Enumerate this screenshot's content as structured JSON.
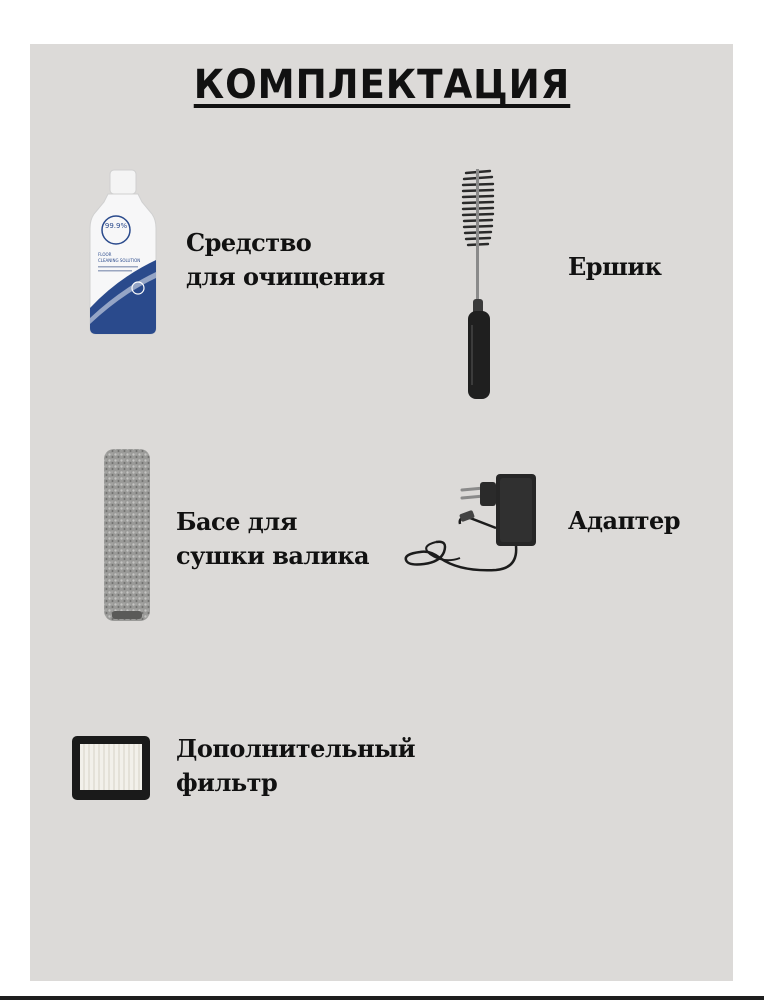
{
  "title": "КОМПЛЕКТАЦИЯ",
  "items": [
    {
      "icon": "cleaning-solution-bottle-icon",
      "lines": [
        "Средство",
        "для очищения"
      ],
      "bottle_text": [
        "99.9%",
        "FLOOR",
        "CLEANING SOLUTION"
      ]
    },
    {
      "icon": "cleaning-brush-icon",
      "lines": [
        "Ершик"
      ]
    },
    {
      "icon": "roller-icon",
      "lines": [
        "Басе для",
        "сушки валика"
      ]
    },
    {
      "icon": "power-adapter-icon",
      "lines": [
        "Адаптер"
      ]
    },
    {
      "icon": "filter-icon",
      "lines": [
        "Дополнительный",
        "фильтр"
      ]
    }
  ],
  "colors": {
    "panel": "#dcdad8",
    "text": "#111111",
    "bottle_accent": "#2a4a8c"
  }
}
